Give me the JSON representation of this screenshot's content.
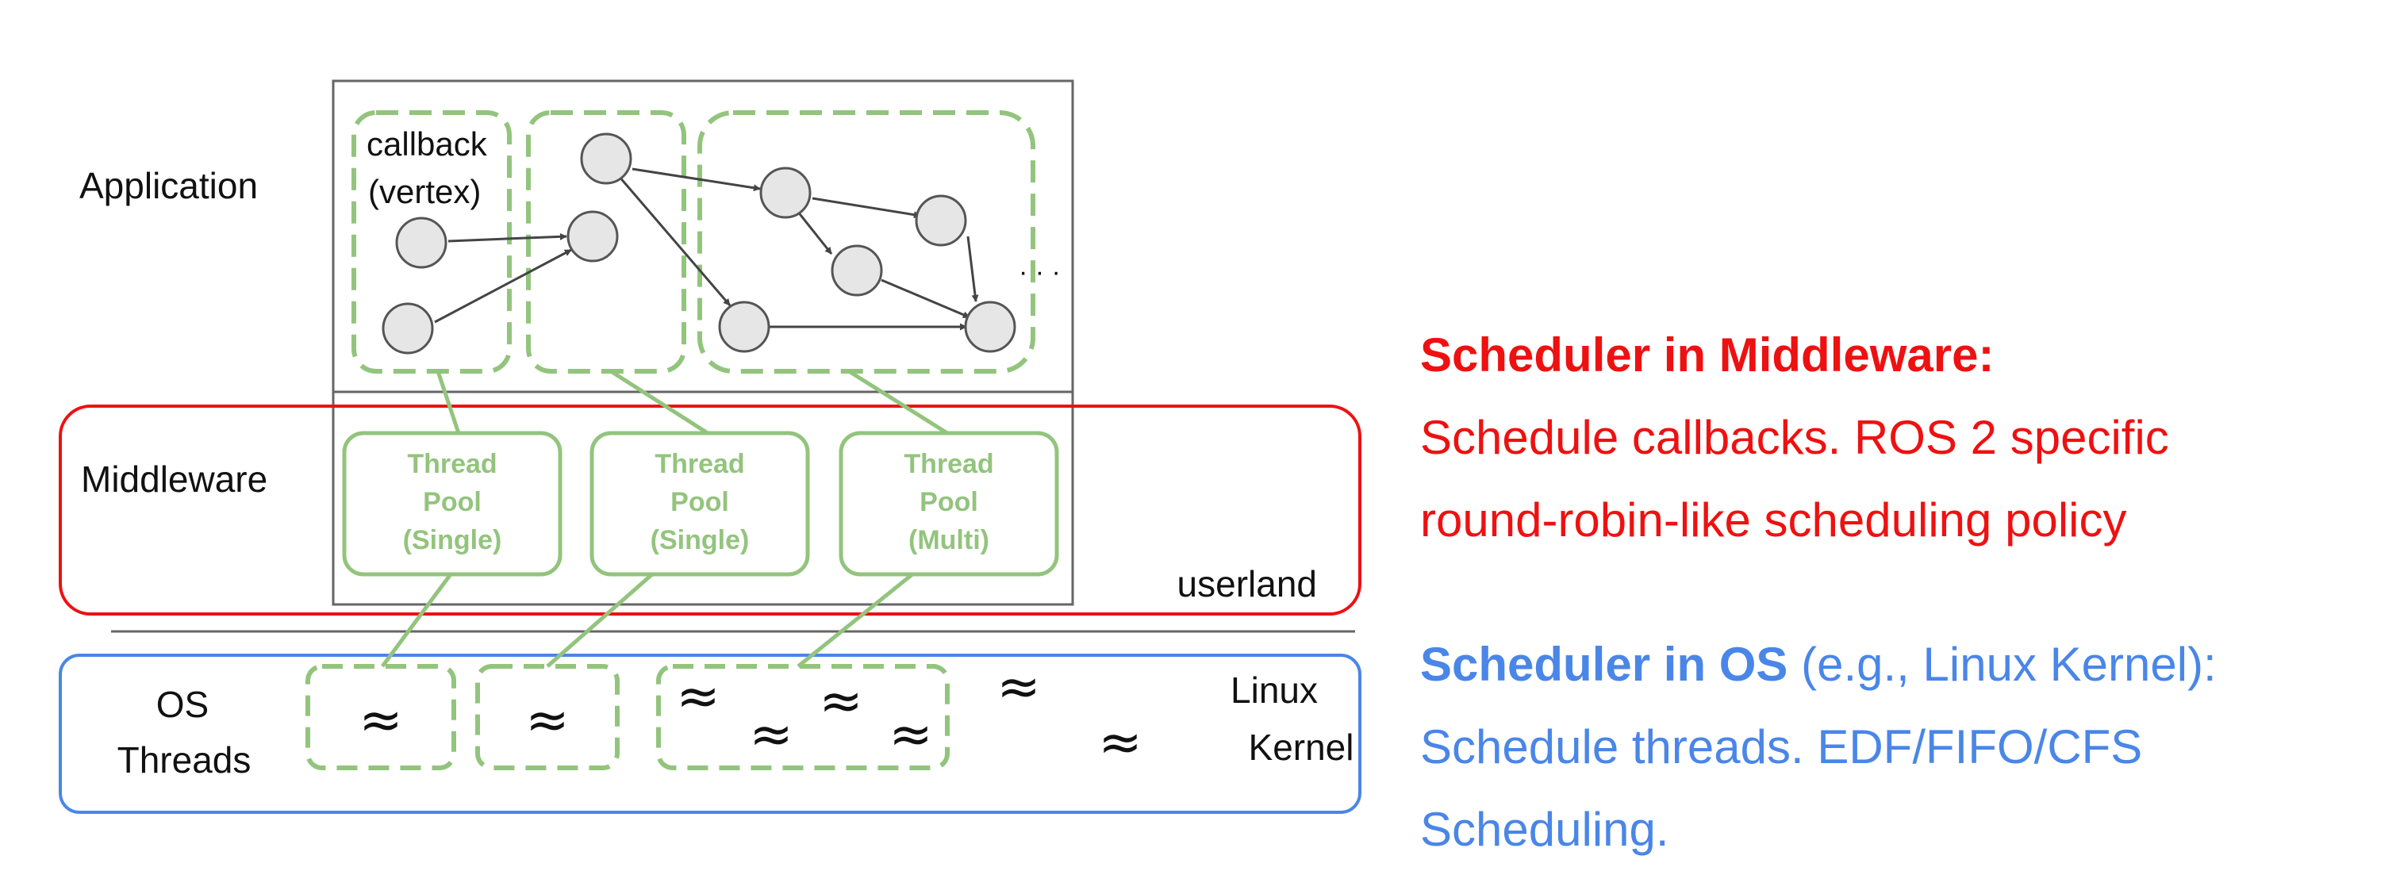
{
  "colors": {
    "red": "#ee1111",
    "blue": "#4a86e8",
    "green": "#93c47d",
    "gray": "#666666",
    "node_fill": "#e6e6e6"
  },
  "layers": {
    "application": "Application",
    "middleware": "Middleware",
    "os_threads_line1": "OS",
    "os_threads_line2": "Threads",
    "userland": "userland",
    "linux_line1": "Linux",
    "linux_line2": "Kernel"
  },
  "callback_label_line1": "callback",
  "callback_label_line2": "(vertex)",
  "ellipsis": "· · ·",
  "thread_pools": [
    {
      "line1": "Thread",
      "line2": "Pool",
      "line3": "(Single)"
    },
    {
      "line1": "Thread",
      "line2": "Pool",
      "line3": "(Single)"
    },
    {
      "line1": "Thread",
      "line2": "Pool",
      "line3": "(Multi)"
    }
  ],
  "wave_glyph": "≈",
  "middleware_scheduler": {
    "title": "Scheduler in Middleware:",
    "line1": "Schedule callbacks. ROS 2 specific",
    "line2": "round-robin-like scheduling policy"
  },
  "os_scheduler": {
    "title": "Scheduler in OS",
    "title_suffix": " (e.g., Linux Kernel):",
    "line1": "Schedule threads. EDF/FIFO/CFS",
    "line2": "Scheduling."
  }
}
